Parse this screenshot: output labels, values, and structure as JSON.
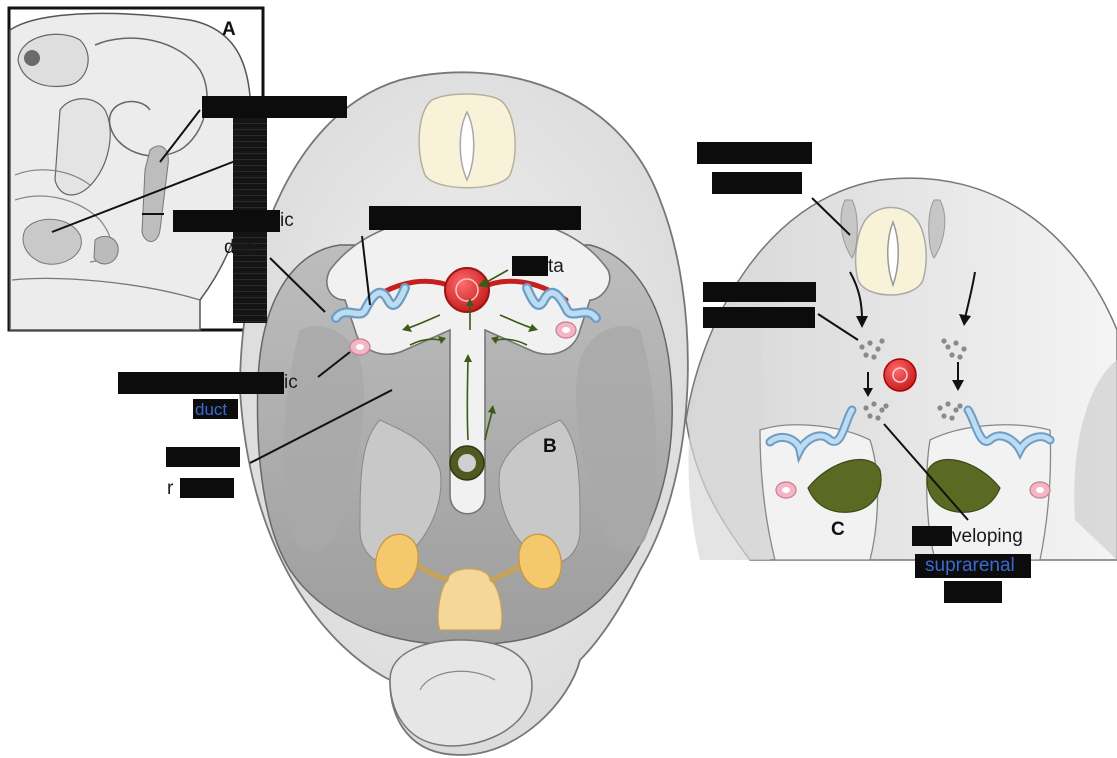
{
  "figure": {
    "panels": {
      "a": "A",
      "b": "B",
      "c": "C"
    },
    "labels": {
      "mesonephric_duct_right": "ic",
      "mesonephric_duct_right_line2": "duc",
      "aorta": "ta",
      "paramesonephric_duct_left": "ic",
      "paramesonephric_duct_left_line2": "duct",
      "gonadal_ridge": "r",
      "developing_suprarenal": "veloping",
      "developing_suprarenal_line2": "suprarenal"
    },
    "colors": {
      "mesonephric_duct": "#a8cde8",
      "paramesonephric_duct": "#f3b6c7",
      "aorta": "#d62828",
      "gut": "#4e5a20",
      "uterine_primordium": "#f5d79a",
      "neural_tube": "#f8f2d8",
      "suprarenal_cortex": "#5a6a22",
      "tissue": "#e6e6e6"
    }
  }
}
